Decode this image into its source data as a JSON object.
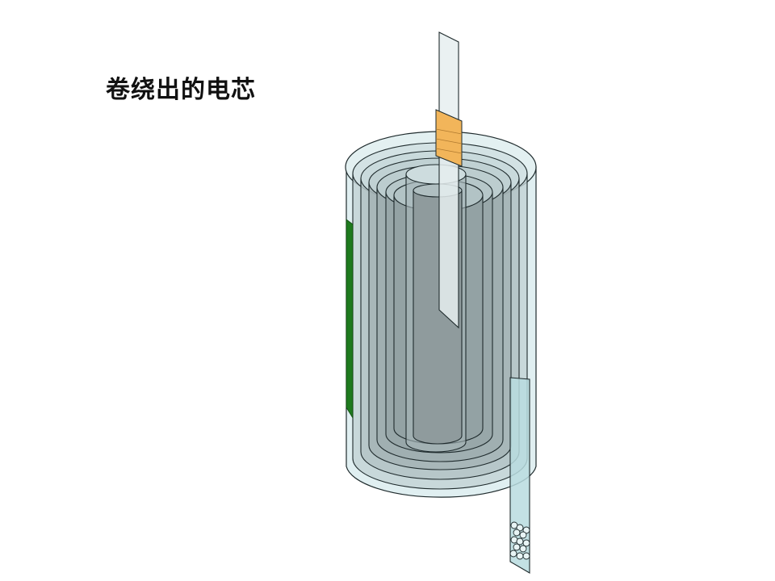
{
  "title": "卷绕出的电芯",
  "diagram": {
    "subject": "wound battery cell (jelly roll)",
    "elements": [
      {
        "name": "top-tab",
        "description": "positive tab extending from top",
        "color": "#e8eef0"
      },
      {
        "name": "tab-tape",
        "description": "orange insulating tape on top tab",
        "color": "#f2b55a"
      },
      {
        "name": "wound-layers",
        "description": "concentric wound electrode/separator layers",
        "color": "#9eaeb2"
      },
      {
        "name": "side-tape",
        "description": "green tape on outer side",
        "color": "#1e7a1e"
      },
      {
        "name": "bottom-tab",
        "description": "negative tab with weld dots at bottom",
        "color": "#b8dcdf"
      }
    ],
    "colors": {
      "outer_shell": "#d8ecee",
      "core": "#8e9a9c",
      "outline": "#1f2b2d",
      "tape_orange": "#f2b55a",
      "tape_green": "#1e7a1e"
    }
  }
}
